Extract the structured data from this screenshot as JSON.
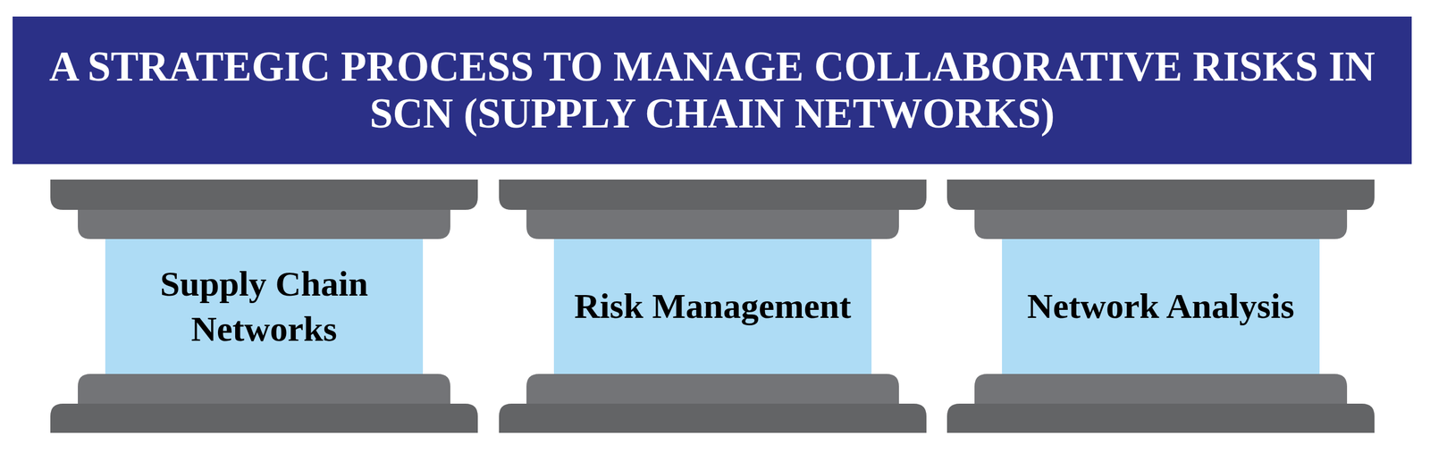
{
  "diagram": {
    "title": "A STRATEGIC PROCESS TO MANAGE COLLABORATIVE RISKS IN SCN (SUPPLY CHAIN NETWORKS)",
    "nodes": [
      {
        "text": [
          "Supply Chain Networks"
        ]
      },
      {
        "text": [
          "Risk Management"
        ]
      },
      {
        "text": [
          "Network Analysis"
        ]
      }
    ]
  }
}
